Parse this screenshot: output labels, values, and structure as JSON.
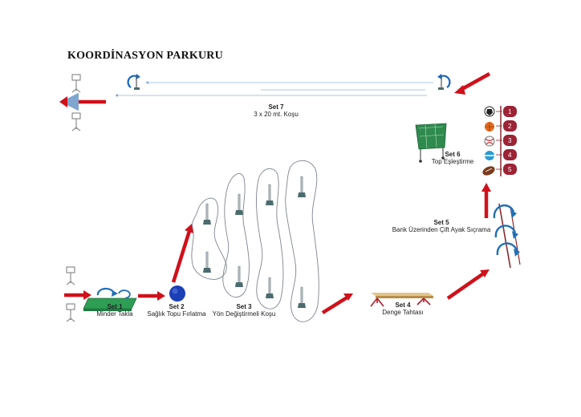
{
  "title": "KOORDİNASYON PARKURU",
  "stations": [
    {
      "set": "Set 1",
      "name": "Minder Takla"
    },
    {
      "set": "Set 2",
      "name": "Sağlık Topu Fırlatma"
    },
    {
      "set": "Set 3",
      "name": "Yön Değiştirmeli Koşu"
    },
    {
      "set": "Set 4",
      "name": "Denge Tahtası"
    },
    {
      "set": "Set 5",
      "name": "Bank Üzerinden Çift Ayak Sıçrama"
    },
    {
      "set": "Set 6",
      "name": "Top Eşleştirme"
    },
    {
      "set": "Set 7",
      "name": "3 x 20 mt. Koşu"
    }
  ],
  "ball_numbers": [
    "1",
    "2",
    "3",
    "4",
    "5"
  ],
  "colors": {
    "arrow": "#d0101a",
    "path": "#7d8590",
    "blue": "#1565c0",
    "maroon": "#9b2335",
    "green": "#2e9e55",
    "cone_base": "#4c6b6e"
  },
  "icons": [
    "start-flag-icon",
    "mat-icon",
    "medicine-ball-icon",
    "cone-icon",
    "balance-beam-icon",
    "hurdle-icon",
    "ball-cart-icon",
    "turnaround-icon"
  ]
}
